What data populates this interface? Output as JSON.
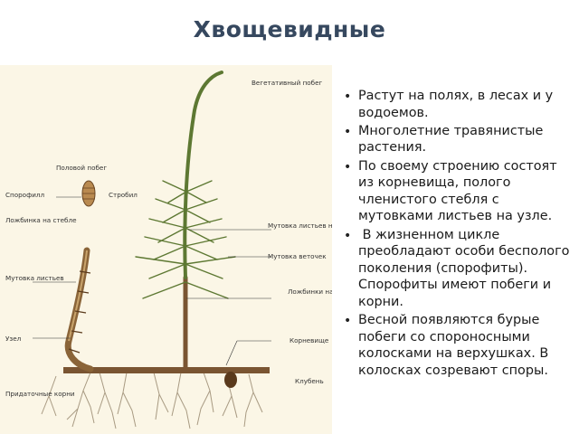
{
  "title": "Хвощевидные",
  "bullets": [
    "Растут на полях, в лесах и у водоемов.",
    "Многолетние травянистые растения.",
    "По своему строению состоят из корневища, полого членистого стебля с мутовками листьев на узле.",
    " В жизненном цикле преобладают особи бесполого поколения (спорофиты). Спорофиты имеют побеги и корни.",
    "Весной появляются бурые побеги со спороносными колосками на верхушках. В колосках созревают споры."
  ],
  "diagram": {
    "labels": {
      "vegetative_shoot": "Вегетативный побег",
      "sexual_shoot": "Половой побег",
      "sporophyll": "Спорофилл",
      "strobilus": "Стробил",
      "stem_furrow": "Ложбинка на стебле",
      "leaf_whorl_left": "Мутовка листьев",
      "node": "Узел",
      "adventitious_roots": "Придаточные корни",
      "leaf_whorl_node": "Мутовка листьев на узле",
      "branch_whorl": "Мутовка веточек",
      "internode_furrow": "Ложбинки на междоузлии",
      "rhizome": "Корневище",
      "tuber": "Клубень"
    }
  }
}
